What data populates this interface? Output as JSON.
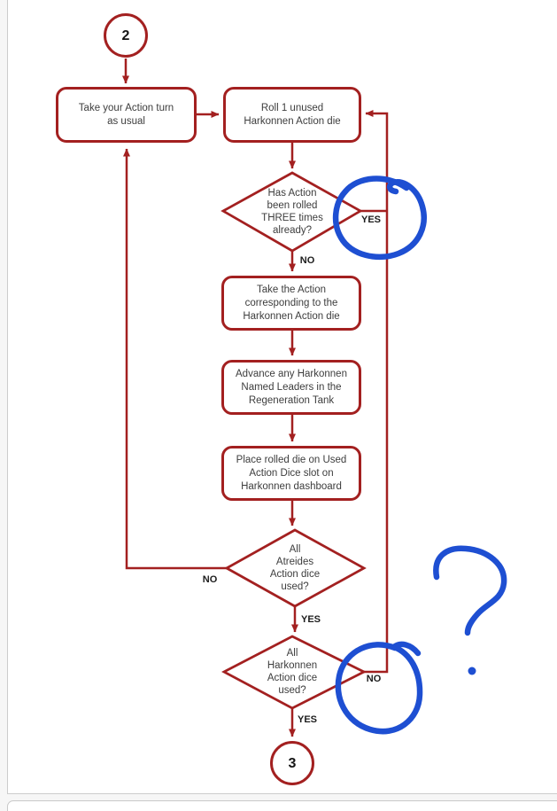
{
  "diagram": {
    "nodes": {
      "start_circle": {
        "label": "2"
      },
      "take_turn": {
        "text": "Take your Action turn\nas usual"
      },
      "roll_die": {
        "text": "Roll 1 unused\nHarkonnen Action die"
      },
      "rolled_three_check": {
        "text": "Has Action\nbeen rolled\nTHREE times\nalready?"
      },
      "take_action": {
        "text": "Take the Action\ncorresponding to the\nHarkonnen Action die"
      },
      "advance_leaders": {
        "text": "Advance any Harkonnen\nNamed Leaders in the\nRegeneration Tank"
      },
      "place_die": {
        "text": "Place rolled die on Used\nAction Dice slot on\nHarkonnen dashboard"
      },
      "atreides_check": {
        "text": "All\nAtreides\nAction dice\nused?"
      },
      "harkonnen_check": {
        "text": "All\nHarkonnen\nAction dice\nused?"
      },
      "end_circle": {
        "label": "3"
      }
    },
    "edge_labels": {
      "rolled_three_yes": "YES",
      "rolled_three_no": "NO",
      "atreides_no": "NO",
      "atreides_yes": "YES",
      "harkonnen_no": "NO",
      "harkonnen_yes": "YES"
    },
    "colors": {
      "shape_stroke": "#a32020",
      "node_text": "#3d3d3d",
      "edge_label_text": "#1c1c1c",
      "ink_annotation_blue": "#1e4fd2",
      "page_border": "#cccccc"
    },
    "ink_annotations": [
      "hand-drawn-circle-around-yes",
      "hand-drawn-circle-around-no",
      "hand-drawn-question-mark"
    ]
  }
}
